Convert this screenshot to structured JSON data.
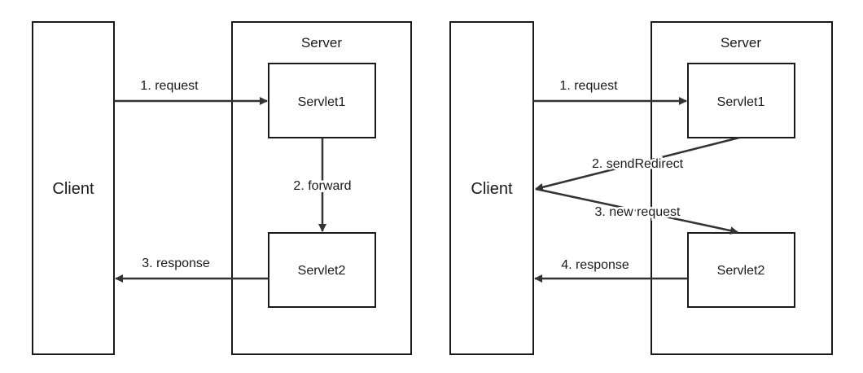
{
  "left": {
    "client": "Client",
    "server": "Server",
    "servlet1": "Servlet1",
    "servlet2": "Servlet2",
    "arrows": {
      "request": "1. request",
      "forward": "2. forward",
      "response": "3. response"
    }
  },
  "right": {
    "client": "Client",
    "server": "Server",
    "servlet1": "Servlet1",
    "servlet2": "Servlet2",
    "arrows": {
      "request": "1. request",
      "send_redirect": "2. sendRedirect",
      "new_request": "3. new request",
      "response": "4. response"
    }
  }
}
